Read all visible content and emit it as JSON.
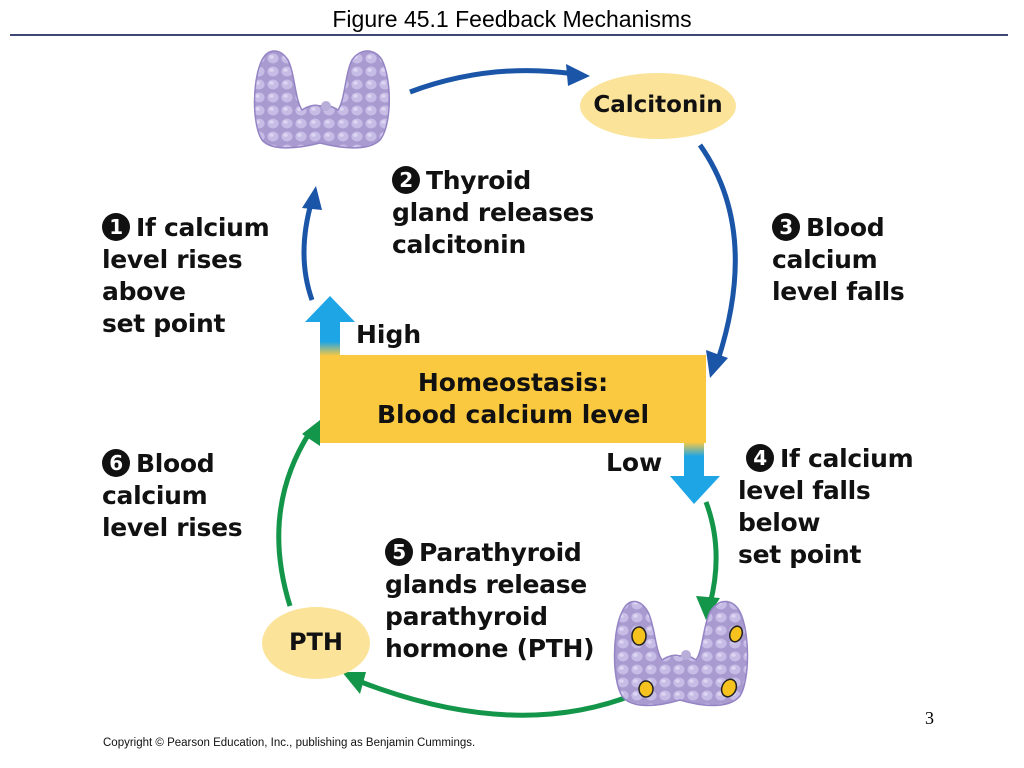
{
  "slide": {
    "title": "Figure 45.1  Feedback Mechanisms",
    "page_number": "3",
    "copyright": "Copyright © Pearson Education, Inc., publishing as Benjamin Cummings."
  },
  "center_box": {
    "line1": "Homeostasis:",
    "line2": "Blood calcium level",
    "color": "#fbc940"
  },
  "direction_labels": {
    "high": "High",
    "low": "Low"
  },
  "hormones": {
    "calcitonin": "Calcitonin",
    "pth": "PTH",
    "ellipse_color": "#fbe39a"
  },
  "steps": [
    {
      "number": "1",
      "lines": [
        "If calcium",
        "level rises",
        "above",
        "set point"
      ]
    },
    {
      "number": "2",
      "lines": [
        "Thyroid",
        "gland releases",
        "calcitonin"
      ]
    },
    {
      "number": "3",
      "lines": [
        "Blood",
        "calcium",
        "level falls"
      ]
    },
    {
      "number": "4",
      "lines": [
        "If calcium",
        "level falls",
        "below",
        "set point"
      ]
    },
    {
      "number": "5",
      "lines": [
        "Parathyroid",
        "glands release",
        "parathyroid",
        "hormone (PTH)"
      ]
    },
    {
      "number": "6",
      "lines": [
        "Blood",
        "calcium",
        "level rises"
      ]
    }
  ],
  "colors": {
    "upper_loop_arrow": "#1a55a8",
    "lower_loop_arrow": "#14964a",
    "direction_arrow": "#1ea5e6",
    "gland": "#a99ad0",
    "gland_cell": "#c7bce6",
    "parathyroid_spot": "#f5c21e"
  }
}
